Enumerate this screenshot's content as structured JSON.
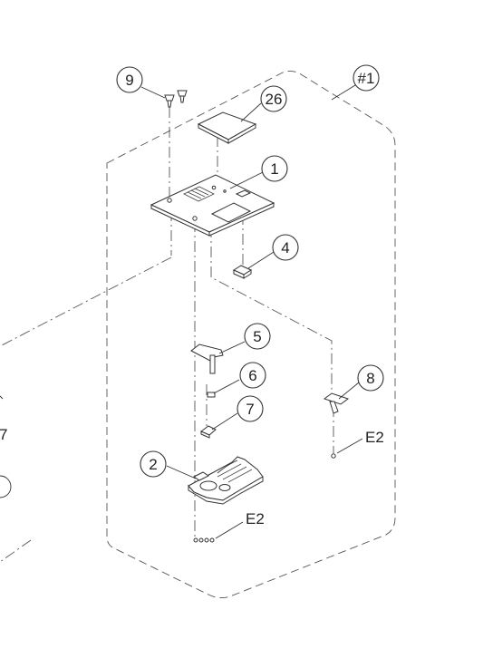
{
  "callouts": {
    "c9": "9",
    "c26": "26",
    "c_assembly": "#1",
    "c1": "1",
    "c4": "4",
    "c5": "5",
    "c6": "6",
    "c7": "7",
    "c8": "8",
    "c2": "2",
    "e2_right": "E2",
    "e2_bottom": "E2"
  },
  "edge_labels": {
    "left_fragment_7": "7"
  }
}
